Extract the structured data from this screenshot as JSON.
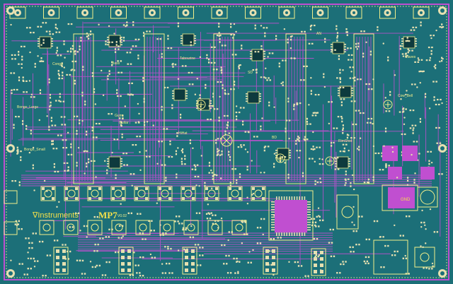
{
  "board": {
    "brand": "Instruments",
    "model": "MP7",
    "version": "V0.02",
    "colors": {
      "substrate": "#1c6f78",
      "copper": "#c04fd0",
      "silk": "#f2ef8a",
      "outline": "#f4e04a",
      "pad": "#e6e0b0"
    },
    "channel_labels": [
      {
        "text": "Conga"
      },
      {
        "text": "Bass"
      },
      {
        "text": "Tabourine"
      },
      {
        "text": "SD"
      },
      {
        "text": "Claves"
      },
      {
        "text": "Cow_Bell"
      },
      {
        "text": "Bongo_Large"
      },
      {
        "text": "Bongo_Small"
      },
      {
        "text": "Guiro"
      },
      {
        "text": "Guitar"
      },
      {
        "text": "HiHat"
      },
      {
        "text": "BD"
      },
      {
        "text": "RimShot"
      },
      {
        "text": "AN"
      },
      {
        "text": "GND"
      }
    ]
  }
}
